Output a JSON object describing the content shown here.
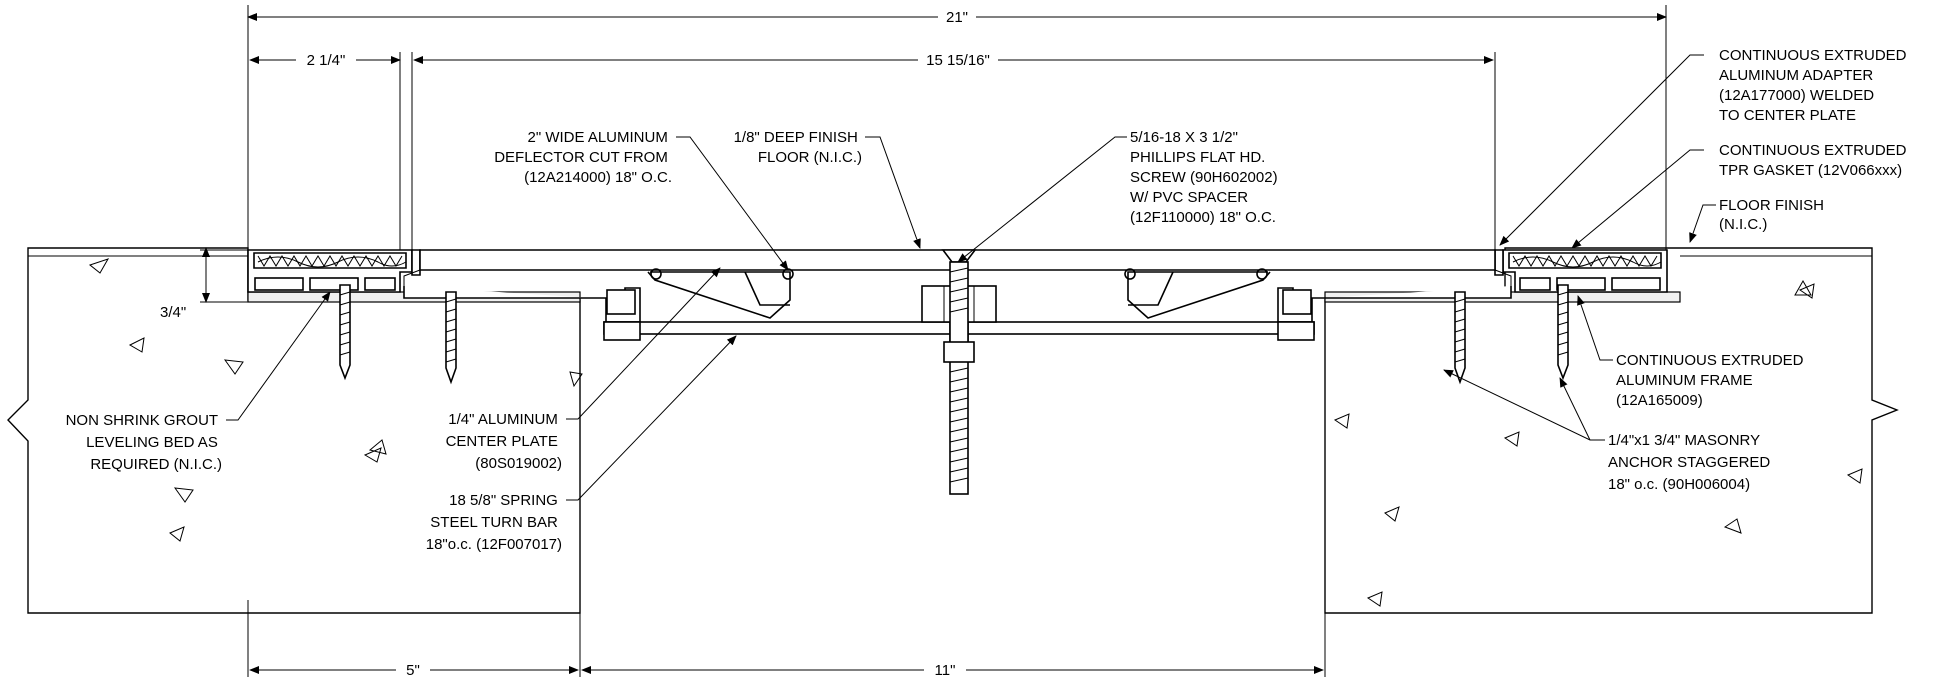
{
  "dimensions": {
    "overall": "21\"",
    "left_flange": "2 1/4\"",
    "center_plate": "15 15/16\"",
    "depth": "3/4\"",
    "left_slab": "5\"",
    "gap": "11\""
  },
  "callouts": {
    "adapter": [
      "CONTINUOUS EXTRUDED",
      "ALUMINUM ADAPTER",
      "(12A177000) WELDED",
      "TO CENTER PLATE"
    ],
    "gasket": [
      "CONTINUOUS EXTRUDED",
      "TPR GASKET (12V066xxx)"
    ],
    "floor_finish": [
      "FLOOR FINISH",
      "(N.I.C.)"
    ],
    "screw": [
      "5/16-18 X 3 1/2\"",
      "PHILLIPS FLAT HD.",
      "SCREW (90H602002)",
      "W/ PVC SPACER",
      "(12F110000) 18\" O.C."
    ],
    "finish_floor": [
      "1/8\" DEEP FINISH",
      "FLOOR (N.I.C.)"
    ],
    "deflector": [
      "2\" WIDE ALUMINUM",
      "DEFLECTOR CUT FROM",
      "(12A214000) 18\" O.C."
    ],
    "center_plate": [
      "1/4\" ALUMINUM",
      "CENTER PLATE",
      "(80S019002)"
    ],
    "turn_bar": [
      "18 5/8\" SPRING",
      "STEEL TURN BAR",
      "18\"o.c. (12F007017)"
    ],
    "grout": [
      "NON SHRINK GROUT",
      "LEVELING BED AS",
      "REQUIRED (N.I.C.)"
    ],
    "frame": [
      "CONTINUOUS EXTRUDED",
      "ALUMINUM FRAME",
      "(12A165009)"
    ],
    "anchor": [
      "1/4\"x1 3/4\" MASONRY",
      "ANCHOR STAGGERED",
      "18\" o.c. (90H006004)"
    ]
  }
}
